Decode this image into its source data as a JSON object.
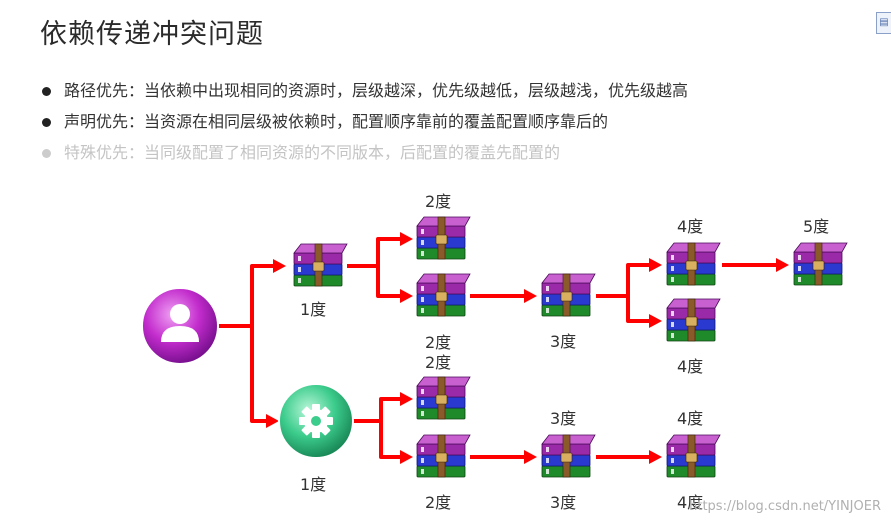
{
  "title": "依赖传递冲突问题",
  "bullets": [
    {
      "text": "路径优先：当依赖中出现相同的资源时，层级越深，优先级越低，层级越浅，优先级越高",
      "faded": false
    },
    {
      "text": "声明优先：当资源在相同层级被依赖时，配置顺序靠前的覆盖配置顺序靠后的",
      "faded": false
    },
    {
      "text": "特殊优先：当同级配置了相同资源的不同版本，后配置的覆盖先配置的",
      "faded": true
    }
  ],
  "diagram": {
    "arrow_color": "#ff0000",
    "user_node": {
      "icon": "user-icon",
      "color": "#c030c8"
    },
    "project_node": {
      "icon": "gear-icon",
      "color": "#3cc890"
    },
    "package_icon": "winrar-archive-icon",
    "labels": {
      "top_l1": "1度",
      "top_l2a": "2度",
      "top_l2b": "2度",
      "top_l3": "3度",
      "top_l4a": "4度",
      "top_l4b": "4度",
      "top_l5": "5度",
      "bot_l1": "1度",
      "bot_l2a": "2度",
      "bot_l2b": "2度",
      "bot_l3a": "3度",
      "bot_l3b": "3度",
      "bot_l4a": "4度",
      "bot_l4b": "4度"
    }
  },
  "watermark": "https://blog.csdn.net/YINJOER"
}
